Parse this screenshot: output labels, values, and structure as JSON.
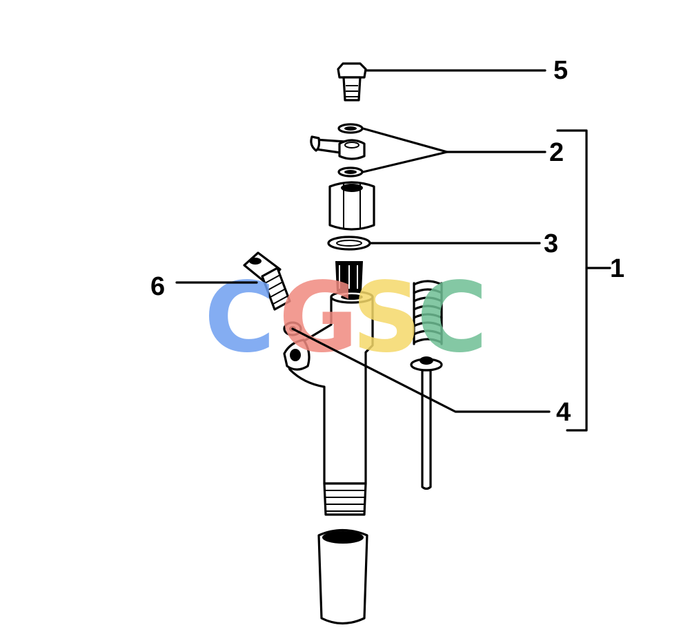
{
  "watermark": {
    "letters": [
      {
        "char": "C",
        "color": "#6f9ff0"
      },
      {
        "char": "G",
        "color": "#f08a80"
      },
      {
        "char": "S",
        "color": "#f5d96a"
      },
      {
        "char": "C",
        "color": "#6fbf95"
      }
    ]
  },
  "callouts": {
    "c1": "1",
    "c2": "2",
    "c3": "3",
    "c4": "4",
    "c5": "5",
    "c6": "6"
  }
}
